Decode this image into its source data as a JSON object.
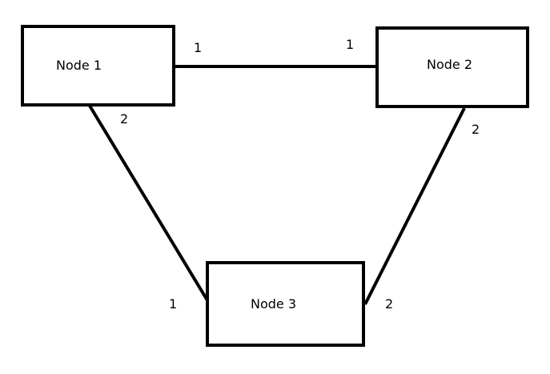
{
  "nodes": {
    "node1": {
      "label": "Node 1"
    },
    "node2": {
      "label": "Node 2"
    },
    "node3": {
      "label": "Node 3"
    }
  },
  "edges": [
    {
      "from": "Node 1",
      "to": "Node 2",
      "from_port": "1",
      "to_port": "1"
    },
    {
      "from": "Node 1",
      "to": "Node 3",
      "from_port": "2",
      "to_port": "1"
    },
    {
      "from": "Node 2",
      "to": "Node 3",
      "from_port": "2",
      "to_port": "2"
    }
  ],
  "colors": {
    "line": "#000000",
    "background": "#ffffff"
  }
}
